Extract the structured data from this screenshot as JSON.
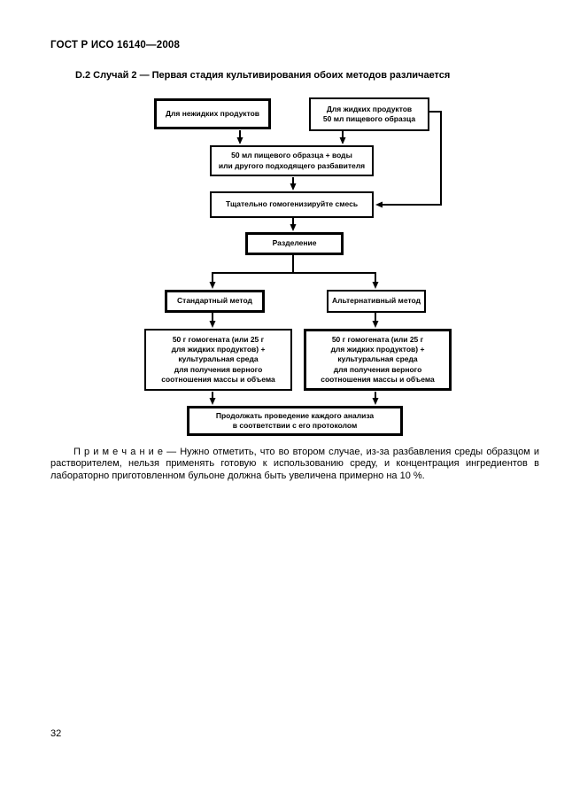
{
  "page": {
    "header": "ГОСТ Р ИСО 16140—2008",
    "subtitle": "D.2 Случай 2 — Первая стадия культивирования обоих методов различается",
    "page_number": "32"
  },
  "flowchart": {
    "boxes": {
      "nonliquid": "Для нежидких продуктов",
      "liquid": "Для жидких продуктов\n50 мл пищевого образца",
      "diluent": "50 мл пищевого образца + воды\nили другого подходящего разбавителя",
      "homogenize": "Тщательно гомогенизируйте смесь",
      "separation": "Разделение",
      "standard": "Стандартный метод",
      "alternative": "Альтернативный метод",
      "standard_detail": "50 г гомогената (или 25 г\nдля жидких продуктов) +\nкультуральная среда\nдля получения верного\nсоотношения массы и объема",
      "alternative_detail": "50 г гомогената (или 25 г\nдля жидких продуктов) +\nкультуральная среда\nдля получения верного\nсоотношения массы и объема",
      "final": "Продолжать проведение каждого анализа\nв соответствии с его протоколом"
    }
  },
  "note": {
    "text": "П р и м е ч а н и е  —  Нужно отметить, что во втором случае, из-за разбавления среды образцом и растворителем, нельзя применять готовую к использованию среду, и концентрация ингредиентов в лабораторно приготовленном бульоне должна быть увеличена примерно на 10 %."
  },
  "colors": {
    "ink": "#000000",
    "paper": "#ffffff"
  }
}
